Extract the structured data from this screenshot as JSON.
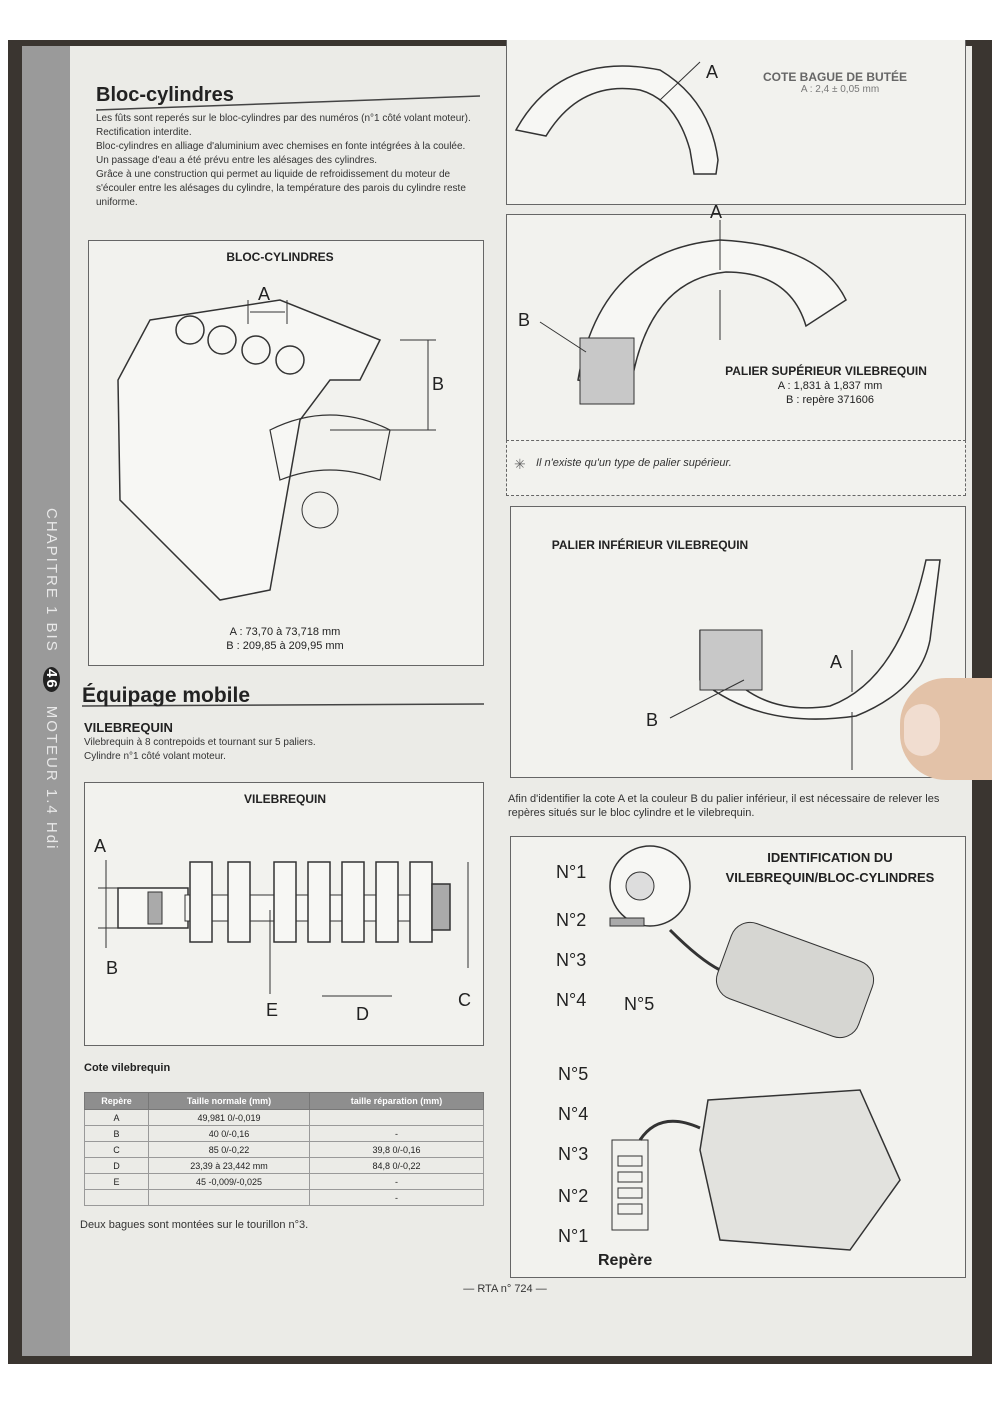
{
  "sidebar": {
    "chapter": "CHAPITRE 1 BIS",
    "page_number": "46",
    "section": "MOTEUR 1.4 Hdi"
  },
  "bloc": {
    "title": "Bloc-cylindres",
    "p1": "Les fûts sont reperés sur le bloc-cylindres par des numéros (n°1 côté volant moteur).",
    "p2": "Rectification interdite.",
    "p3": "Bloc-cylindres en alliage d'aluminium avec chemises en fonte intégrées à la coulée.",
    "p4": "Un passage d'eau a été prévu entre les alésages des cylindres.",
    "p5": "Grâce à une construction qui permet au liquide de refroidissement du moteur de s'écouler entre les alésages du cylindre, la température des parois du cylindre reste uniforme.",
    "fig_title": "BLOC-CYLINDRES",
    "label_a": "A",
    "label_b": "B",
    "dim_a": "A : 73,70 à 73,718 mm",
    "dim_b": "B : 209,85 à 209,95 mm"
  },
  "equipage": {
    "title": "Équipage mobile",
    "subtitle": "VILEBREQUIN",
    "line1": "Vilebrequin à 8 contrepoids et tournant sur 5 paliers.",
    "line2": "Cylindre n°1 côté volant moteur.",
    "fig_title": "VILEBREQUIN",
    "labels": [
      "A",
      "B",
      "C",
      "D",
      "E"
    ],
    "table_title": "Cote vilebrequin",
    "table_headers": [
      "Repère",
      "Taille normale (mm)",
      "taille réparation (mm)"
    ],
    "table_rows": [
      [
        "A",
        "49,981 0/-0,019",
        ""
      ],
      [
        "B",
        "40 0/-0,16",
        "-"
      ],
      [
        "C",
        "85 0/-0,22",
        "39,8 0/-0,16"
      ],
      [
        "D",
        "23,39 à 23,442 mm",
        "84,8 0/-0,22"
      ],
      [
        "E",
        "45 -0,009/-0,025",
        "-"
      ],
      [
        "",
        "",
        "-"
      ]
    ],
    "footnote": "Deux bagues sont montées sur le tourillon n°3."
  },
  "right": {
    "butee_title": "COTE BAGUE DE BUTÉE",
    "butee_value": "A : 2,4 ± 0,05 mm",
    "butee_label": "A",
    "sup_title": "PALIER SUPÉRIEUR VILEBREQUIN",
    "sup_a": "A : 1,831 à 1,837 mm",
    "sup_b": "B : repère 371606",
    "sup_label_a": "A",
    "sup_label_b": "B",
    "note": "Il n'existe qu'un type de palier supérieur.",
    "inf_title": "PALIER INFÉRIEUR VILEBREQUIN",
    "inf_label_a": "A",
    "inf_label_b": "B",
    "identify_text": "Afin d'identifier la cote A et la couleur B du palier inférieur, il est nécessaire de relever les repères situés sur le bloc cylindre et le vilebrequin.",
    "ident_title_1": "IDENTIFICATION DU",
    "ident_title_2": "VILEBREQUIN/BLOC-CYLINDRES",
    "crank_labels": [
      "N°1",
      "N°2",
      "N°3",
      "N°4",
      "N°5"
    ],
    "block_labels": [
      "N°5",
      "N°4",
      "N°3",
      "N°2",
      "N°1"
    ],
    "repere": "Repère"
  },
  "footer": {
    "text": "RTA n° 724"
  }
}
